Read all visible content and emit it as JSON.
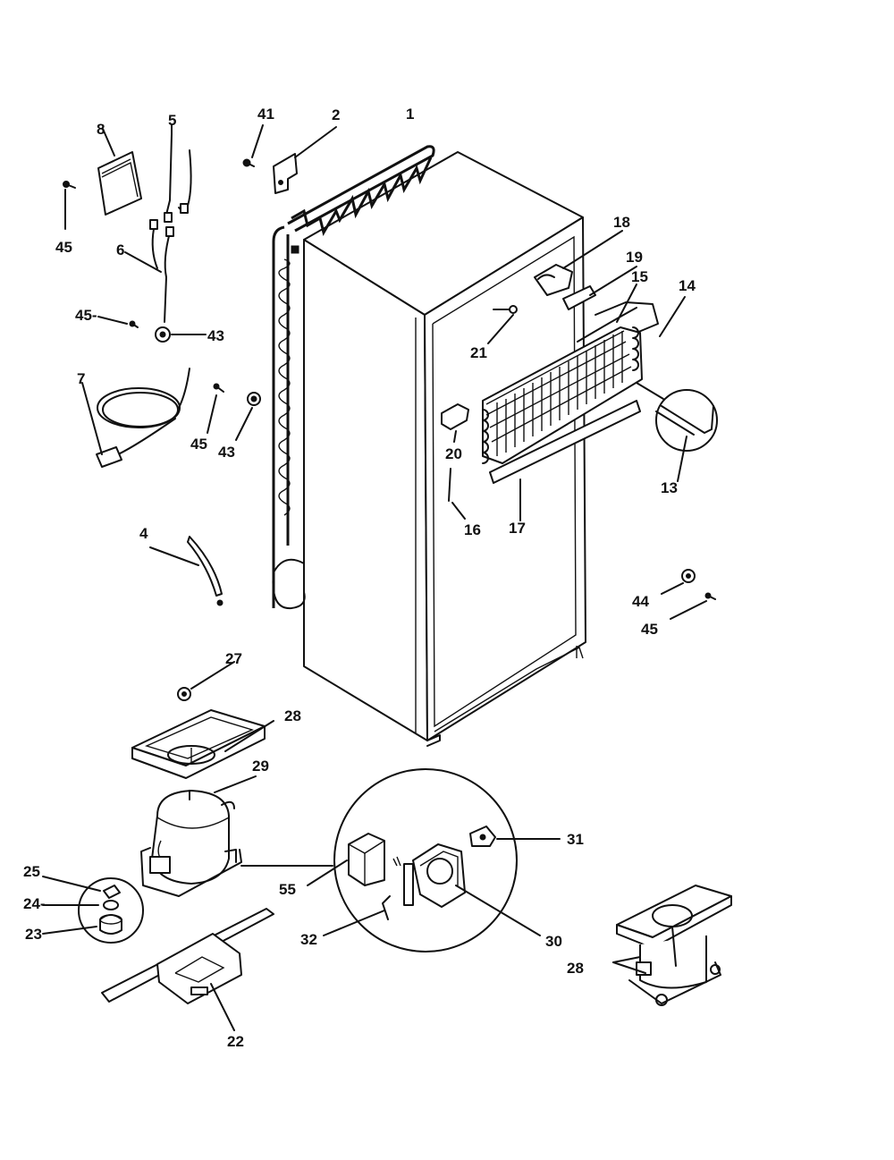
{
  "callouts": [
    {
      "id": "c1",
      "text": "1"
    },
    {
      "id": "c2",
      "text": "2"
    },
    {
      "id": "c41",
      "text": "41"
    },
    {
      "id": "c5",
      "text": "5"
    },
    {
      "id": "c8",
      "text": "8"
    },
    {
      "id": "c45a",
      "text": "45"
    },
    {
      "id": "c6",
      "text": "6"
    },
    {
      "id": "c45b",
      "text": "45-"
    },
    {
      "id": "c43a",
      "text": "43"
    },
    {
      "id": "c7",
      "text": "7"
    },
    {
      "id": "c45c",
      "text": "45"
    },
    {
      "id": "c43b",
      "text": "43"
    },
    {
      "id": "c18a",
      "text": "18"
    },
    {
      "id": "c19",
      "text": "19"
    },
    {
      "id": "c15",
      "text": "15"
    },
    {
      "id": "c14",
      "text": "14"
    },
    {
      "id": "c21",
      "text": "21"
    },
    {
      "id": "c20",
      "text": "20"
    },
    {
      "id": "c16",
      "text": "16"
    },
    {
      "id": "c17",
      "text": "17"
    },
    {
      "id": "c13",
      "text": "13"
    },
    {
      "id": "c4",
      "text": "4"
    },
    {
      "id": "c44",
      "text": "44"
    },
    {
      "id": "c45d",
      "text": "45"
    },
    {
      "id": "c27",
      "text": "27"
    },
    {
      "id": "c28a",
      "text": "28"
    },
    {
      "id": "c29",
      "text": "29"
    },
    {
      "id": "c31",
      "text": "31"
    },
    {
      "id": "c25",
      "text": "25"
    },
    {
      "id": "c24",
      "text": "24-"
    },
    {
      "id": "c23",
      "text": "23"
    },
    {
      "id": "c55",
      "text": "55"
    },
    {
      "id": "c32",
      "text": "32"
    },
    {
      "id": "c30",
      "text": "30"
    },
    {
      "id": "c28b",
      "text": "28"
    },
    {
      "id": "c22",
      "text": "22"
    }
  ]
}
